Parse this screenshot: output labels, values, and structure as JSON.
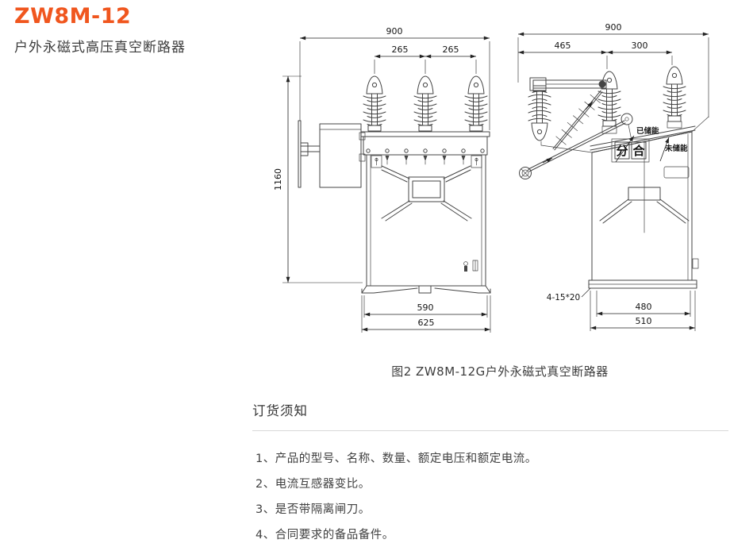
{
  "theme": {
    "accent": "#f0561e",
    "line_color": "#454545",
    "rule_color": "#d8d8d8"
  },
  "page": {
    "title": "ZW8M-12",
    "subtitle": "户外永磁式高压真空断路器"
  },
  "figure": {
    "caption": "图2 ZW8M-12G户外永磁式真空断路器",
    "front_view": {
      "dims": {
        "overall_width": "900",
        "pole_spacing_left": "265",
        "pole_spacing_right": "265",
        "total_height": "1160",
        "base_width_inner": "590",
        "base_width_outer": "625"
      }
    },
    "side_view": {
      "dims": {
        "overall_depth": "900",
        "arm_reach": "465",
        "pole_offset": "300",
        "mounting_holes": "4-15*20",
        "base_depth_inner": "480",
        "base_depth_outer": "510"
      },
      "labels": {
        "energy_stored": "已储能",
        "energy_unstored": "未储能",
        "open": "分",
        "close": "合"
      }
    }
  },
  "ordering": {
    "heading": "订货须知",
    "items": [
      "1、产品的型号、名称、数量、额定电压和额定电流。",
      "2、电流互感器变比。",
      "3、是否带隔离闸刀。",
      "4、合同要求的备品备件。"
    ]
  }
}
